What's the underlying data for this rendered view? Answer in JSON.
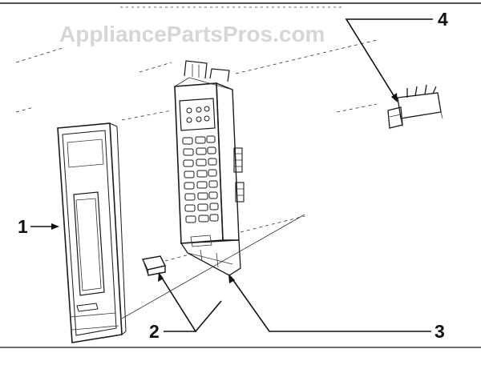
{
  "watermark": "AppliancePartsPros.com",
  "callouts": [
    {
      "id": "1",
      "label": "1",
      "part": "control-panel-frame"
    },
    {
      "id": "2",
      "label": "2",
      "part": "button-cap"
    },
    {
      "id": "3",
      "label": "3",
      "part": "keypad-control-board"
    },
    {
      "id": "4",
      "label": "4",
      "part": "switch-connector"
    }
  ],
  "colors": {
    "ink": "#1a1a1a",
    "watermark": "#d6d6d6",
    "background": "#ffffff"
  }
}
